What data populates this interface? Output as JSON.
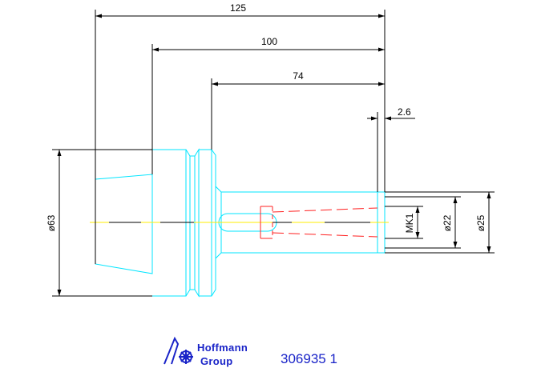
{
  "dimensions": {
    "overall_length": "125",
    "collet_to_end": "100",
    "flange_to_end": "74",
    "end_offset": "2.6",
    "flange_diameter": "ø63",
    "taper": "MK1",
    "shank_diameter_1": "ø22",
    "shank_diameter_2": "ø25"
  },
  "logo": {
    "line1": "Hoffmann",
    "line2": "Group",
    "icon": "hoffmann-logo-icon"
  },
  "part_number": "306935 1",
  "colors": {
    "outline": "#00e5ff",
    "dimension": "#000000",
    "centerline": "#ffee00",
    "hidden": "#ff2020",
    "brand": "#1a24c8"
  }
}
